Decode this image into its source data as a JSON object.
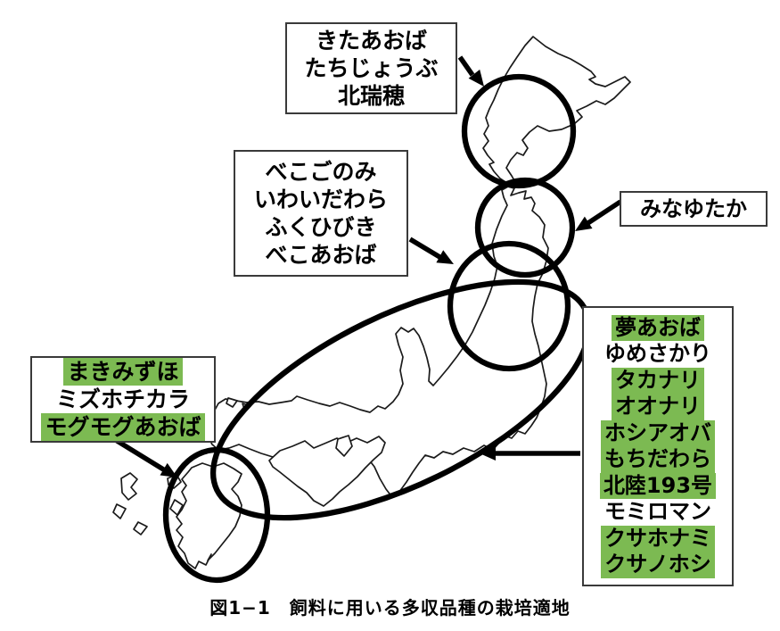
{
  "figure": {
    "caption": "図1−1　飼料に用いる多収品種の栽培適地",
    "highlight_color": "#7CBA52",
    "ink_color": "#000000"
  },
  "labels": {
    "hokkaido_box": {
      "items": [
        {
          "text": "きたあおば",
          "highlight": false
        },
        {
          "text": "たちじょうぶ",
          "highlight": false
        },
        {
          "text": "北瑞穂",
          "highlight": false
        }
      ]
    },
    "north_tohoku_box": {
      "items": [
        {
          "text": "べこごのみ",
          "highlight": false
        },
        {
          "text": "いわいだわら",
          "highlight": false
        },
        {
          "text": "ふくひびき",
          "highlight": false
        },
        {
          "text": "べこあおば",
          "highlight": false
        }
      ]
    },
    "minayutaka_box": {
      "items": [
        {
          "text": "みなゆたか",
          "highlight": false
        }
      ]
    },
    "honshu_box": {
      "items": [
        {
          "text": "夢あおば",
          "highlight": true
        },
        {
          "text": "ゆめさかり",
          "highlight": false
        },
        {
          "text": "タカナリ",
          "highlight": true
        },
        {
          "text": "オオナリ",
          "highlight": true
        },
        {
          "text": "ホシアオバ",
          "highlight": true
        },
        {
          "text": "もちだわら",
          "highlight": true
        },
        {
          "text": "北陸193号",
          "highlight": true
        },
        {
          "text": "モミロマン",
          "highlight": false
        },
        {
          "text": "クサホナミ",
          "highlight": true
        },
        {
          "text": "クサノホシ",
          "highlight": true
        }
      ]
    },
    "kyushu_box": {
      "items": [
        {
          "text": "まきみずほ",
          "highlight": true
        },
        {
          "text": "ミズホチカラ",
          "highlight": false
        },
        {
          "text": "モグモグあおば",
          "highlight": true
        }
      ]
    }
  }
}
